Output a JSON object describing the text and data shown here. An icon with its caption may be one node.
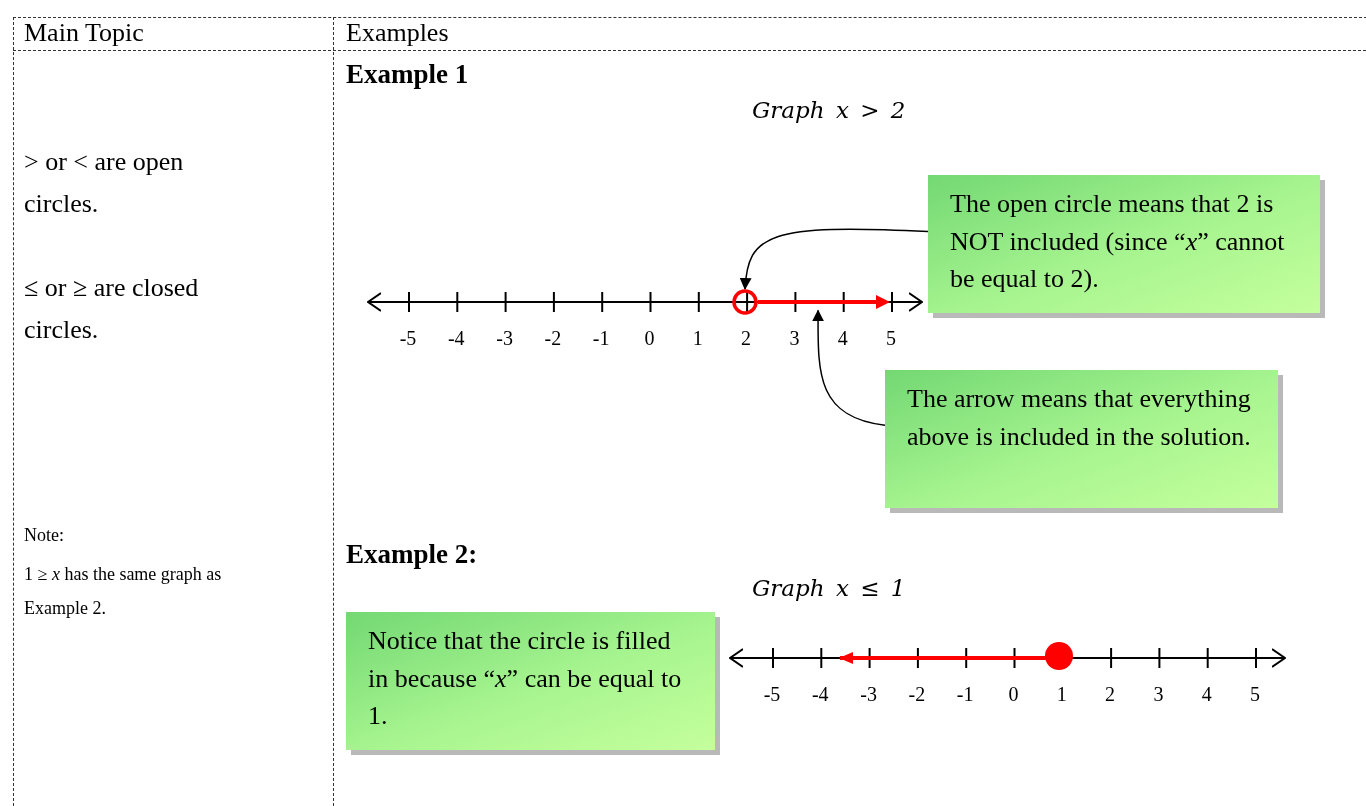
{
  "diagram": {
    "nodes": [
      {
        "text": [
          "The open circle means that 2 is NOT included (since “*x*” cannot be equal to 2)."
        ]
      },
      {
        "text": [],
        "shape": "circle"
      },
      {
        "text": [
          "The arrow means that everything above is included in the solution."
        ]
      },
      {
        "text": [],
        "shape": "arrow"
      },
      {
        "text": [
          "Notice that the circle is filled in because “*x*” can be equal to 1."
        ]
      }
    ],
    "edges": [
      {
        "from": 0,
        "to": 1,
        "arrow": "to"
      },
      {
        "from": 2,
        "to": 3,
        "arrow": "to"
      }
    ],
    "labels": [
      "Main Topic",
      "Examples",
      "> or < are open circles.",
      "≤ or ≥ are closed circles.",
      "Note:",
      "1 ≥ *x* has the same graph as Example 2.",
      "Example 1",
      "Graph x > 2",
      "-5",
      "-4",
      "-3",
      "-2",
      "-1",
      "0",
      "1",
      "2",
      "3",
      "4",
      "5",
      "Example 2:",
      "Graph x ≤ 1",
      "-5",
      "-4",
      "-3",
      "-2",
      "-1",
      "0",
      "1",
      "2",
      "3",
      "4",
      "5"
    ]
  }
}
